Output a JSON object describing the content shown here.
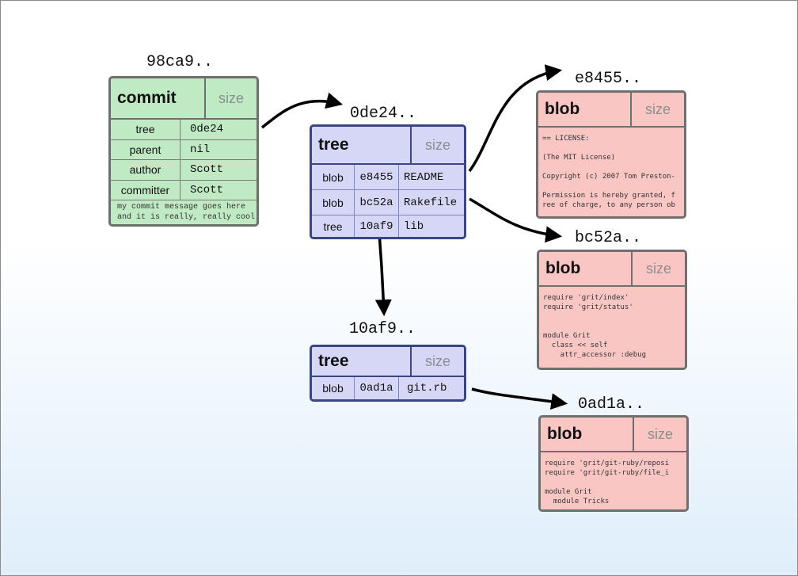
{
  "commit": {
    "hash": "98ca9..",
    "type": "commit",
    "size": "size",
    "fields": [
      {
        "key": "tree",
        "value": "0de24"
      },
      {
        "key": "parent",
        "value": "nil"
      },
      {
        "key": "author",
        "value": "Scott"
      },
      {
        "key": "committer",
        "value": "Scott"
      }
    ],
    "message": "my commit message goes here\nand it is really, really cool"
  },
  "root_tree": {
    "hash": "0de24..",
    "type": "tree",
    "size": "size",
    "entries": [
      {
        "mode": "blob",
        "sha": "e8455",
        "name": "README"
      },
      {
        "mode": "blob",
        "sha": "bc52a",
        "name": "Rakefile"
      },
      {
        "mode": "tree",
        "sha": "10af9",
        "name": "lib"
      }
    ]
  },
  "lib_tree": {
    "hash": "10af9..",
    "type": "tree",
    "size": "size",
    "entries": [
      {
        "mode": "blob",
        "sha": "0ad1a",
        "name": "git.rb"
      }
    ]
  },
  "blob_readme": {
    "hash": "e8455..",
    "type": "blob",
    "size": "size",
    "content": "== LICENSE:\n\n(The MIT License)\n\nCopyright (c) 2007 Tom Preston-\n\nPermission is hereby granted, f\nree of charge, to any person ob"
  },
  "blob_rakefile": {
    "hash": "bc52a..",
    "type": "blob",
    "size": "size",
    "content": "require 'grit/index'\nrequire 'grit/status'\n\n\nmodule Grit\n  class << self\n    attr_accessor :debug"
  },
  "blob_gitrb": {
    "hash": "0ad1a..",
    "type": "blob",
    "size": "size",
    "content": "require 'grit/git-ruby/reposi\nrequire 'grit/git-ruby/file_i\n\nmodule Grit\n  module Tricks"
  }
}
